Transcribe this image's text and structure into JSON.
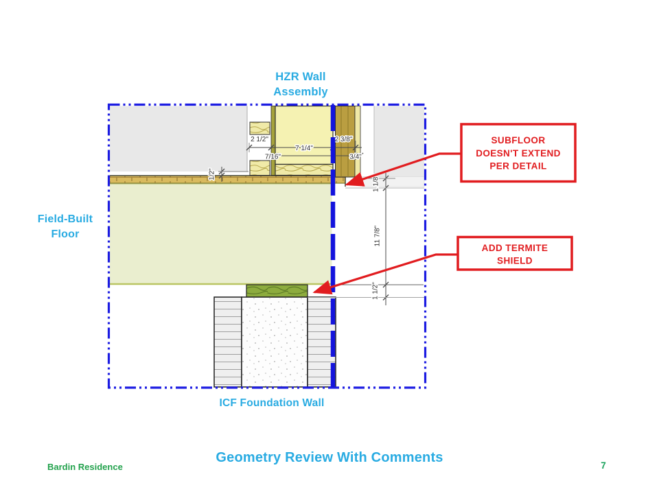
{
  "slide": {
    "title": "Geometry Review With Comments",
    "project_name": "Bardin Residence",
    "page_number": "7"
  },
  "labels": {
    "wall_assembly": [
      "HZR Wall",
      "Assembly"
    ],
    "field_floor": [
      "Field-Built",
      "Floor"
    ],
    "foundation": "ICF Foundation Wall"
  },
  "comments": {
    "subfloor": [
      "SUBFLOOR",
      "DOESN'T EXTEND",
      "PER DETAIL"
    ],
    "termite": [
      "ADD TERMITE",
      "SHIELD"
    ]
  },
  "dimensions": {
    "block_width": "2 1/2\"",
    "cavity_width": "7 1/4\"",
    "sheathing_thickness": "7/16\"",
    "panel_thickness": "2 3/8\"",
    "siding_thickness": "3/4\"",
    "floor_gap": "1/2\"",
    "subfloor_depth": "1 1/8\"",
    "joist_depth": "11 7/8\"",
    "sill_height": "1 1/2\""
  },
  "colors": {
    "accent_cyan": "#29abe2",
    "accent_green": "#23a24d",
    "selection_blue": "#1c1ce2",
    "comment_red": "#e11c1f"
  }
}
